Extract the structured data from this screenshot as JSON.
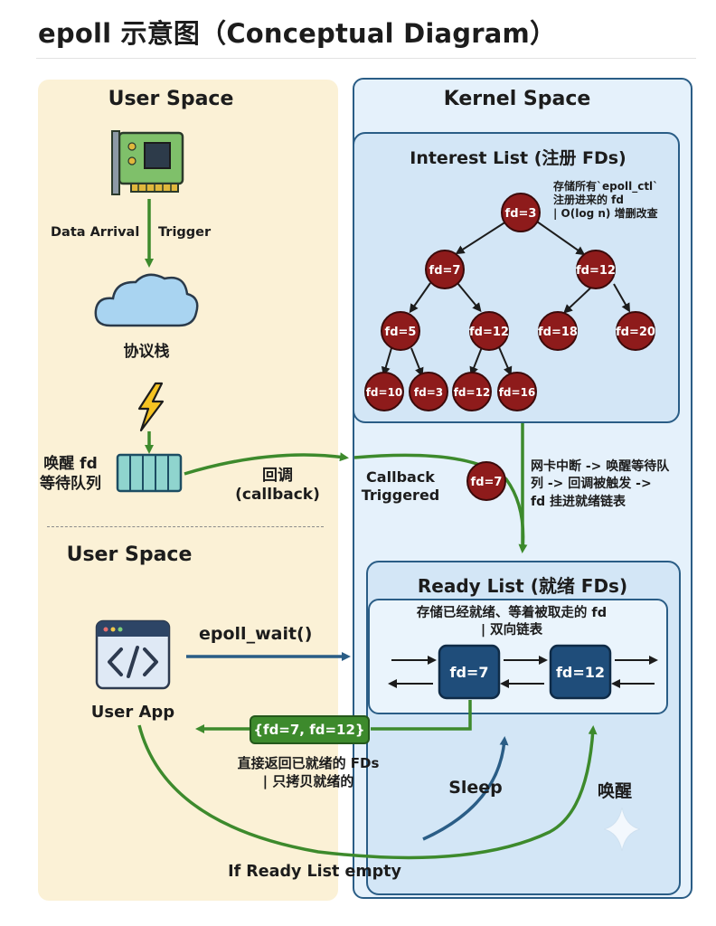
{
  "title": "epoll 示意图（Conceptual Diagram）",
  "user_space_top": {
    "label": "User Space",
    "nic_icon": "network-card-icon",
    "data_arrival": "Data Arrival",
    "trigger": "Trigger",
    "cloud_icon": "cloud-icon",
    "protocol_stack": "协议栈",
    "lightning_icon": "lightning-bolt-icon",
    "wakeup_queue_label": "唤醒 fd\n等待队列",
    "queue_icon": "wait-queue-icon",
    "callback_label": "回调\n(callback)"
  },
  "user_space_bottom": {
    "label": "User Space",
    "app_icon": "code-window-icon",
    "app_label": "User App",
    "epoll_wait": "epoll_wait()",
    "return_badge": "{fd=7, fd=12}",
    "return_note": "直接返回已就绪的 FDs\n| 只拷贝就绪的",
    "sleep": "Sleep",
    "wake": "唤醒",
    "if_empty": "If Ready List empty"
  },
  "kernel_space": {
    "label": "Kernel Space",
    "interest_list": {
      "title": "Interest List (注册 FDs)",
      "note": "存储所有`epoll_ctl`\n注册进来的 fd\n| O(log n) 增删改查",
      "nodes": [
        "fd=3",
        "fd=7",
        "fd=12",
        "fd=5",
        "fd=12",
        "fd=18",
        "fd=20",
        "fd=10",
        "fd=3",
        "fd=12",
        "fd=16"
      ]
    },
    "callback_triggered": "Callback\nTriggered",
    "moving_fd": "fd=7",
    "interrupt_note": "网卡中断 -> 唤醒等待队\n列 -> 回调被触发 ->\nfd 挂进就绪链表",
    "ready_list": {
      "title": "Ready List (就绪 FDs)",
      "note": "存储已经就绪、等着被取走的 fd\n| 双向链表",
      "nodes": [
        "fd=7",
        "fd=12"
      ]
    }
  },
  "colors": {
    "user_bg": "#fbf1d6",
    "kernel_bg": "#e5f1fb",
    "kernel_border": "#2a5d86",
    "tree_node": "#8e1b1b",
    "green_arrow": "#3d8a2c",
    "blue_arrow": "#2a5d86",
    "ready_node": "#1f4d7a"
  }
}
